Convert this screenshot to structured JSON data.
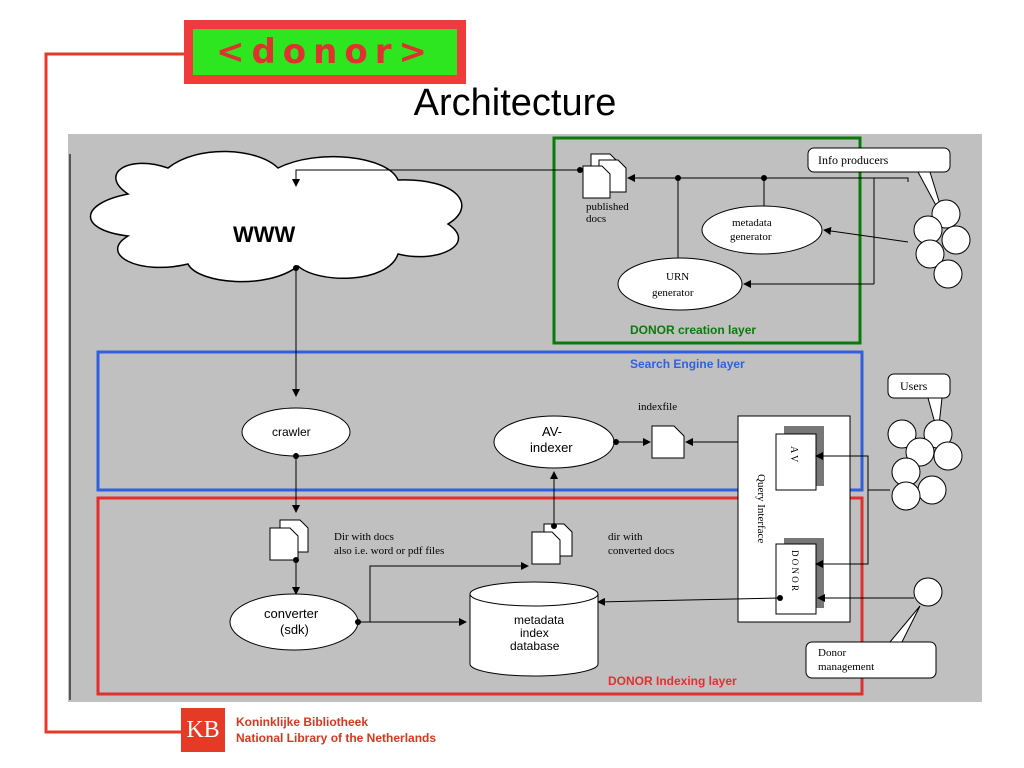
{
  "logo": {
    "text": "<donor>"
  },
  "title": "Architecture",
  "layers": {
    "creation": "DONOR creation layer",
    "search": "Search Engine layer",
    "indexing": "DONOR Indexing layer"
  },
  "nodes": {
    "www": "WWW",
    "published_docs": [
      "published",
      "docs"
    ],
    "metadata_generator": [
      "metadata",
      "generator"
    ],
    "urn_generator": [
      "URN",
      "generator"
    ],
    "info_producers": "Info producers",
    "crawler": "crawler",
    "av_indexer": [
      "AV-",
      "indexer"
    ],
    "indexfile": "indexfile",
    "users": "Users",
    "query_interface": "Query Interface",
    "av_box": "A V",
    "donor_box": "D O N O R",
    "dir_with_docs": [
      "Dir with docs",
      "also i.e. word or pdf files"
    ],
    "dir_converted": [
      "dir with",
      "converted docs"
    ],
    "converter": [
      "converter",
      "(sdk)"
    ],
    "database": [
      "metadata",
      "index",
      "database"
    ],
    "donor_management": [
      "Donor",
      "management"
    ]
  },
  "footer": {
    "mark": "KB",
    "line1": "Koninklijke Bibliotheek",
    "line2": "National Library of the Netherlands"
  },
  "colors": {
    "logo_frame": "#ef3b3b",
    "logo_fill": "#2ee61f",
    "creation_border": "#0a7a0a",
    "search_border": "#3060e0",
    "indexing_border": "#e03030",
    "diagram_bg": "#c0c0c0"
  }
}
